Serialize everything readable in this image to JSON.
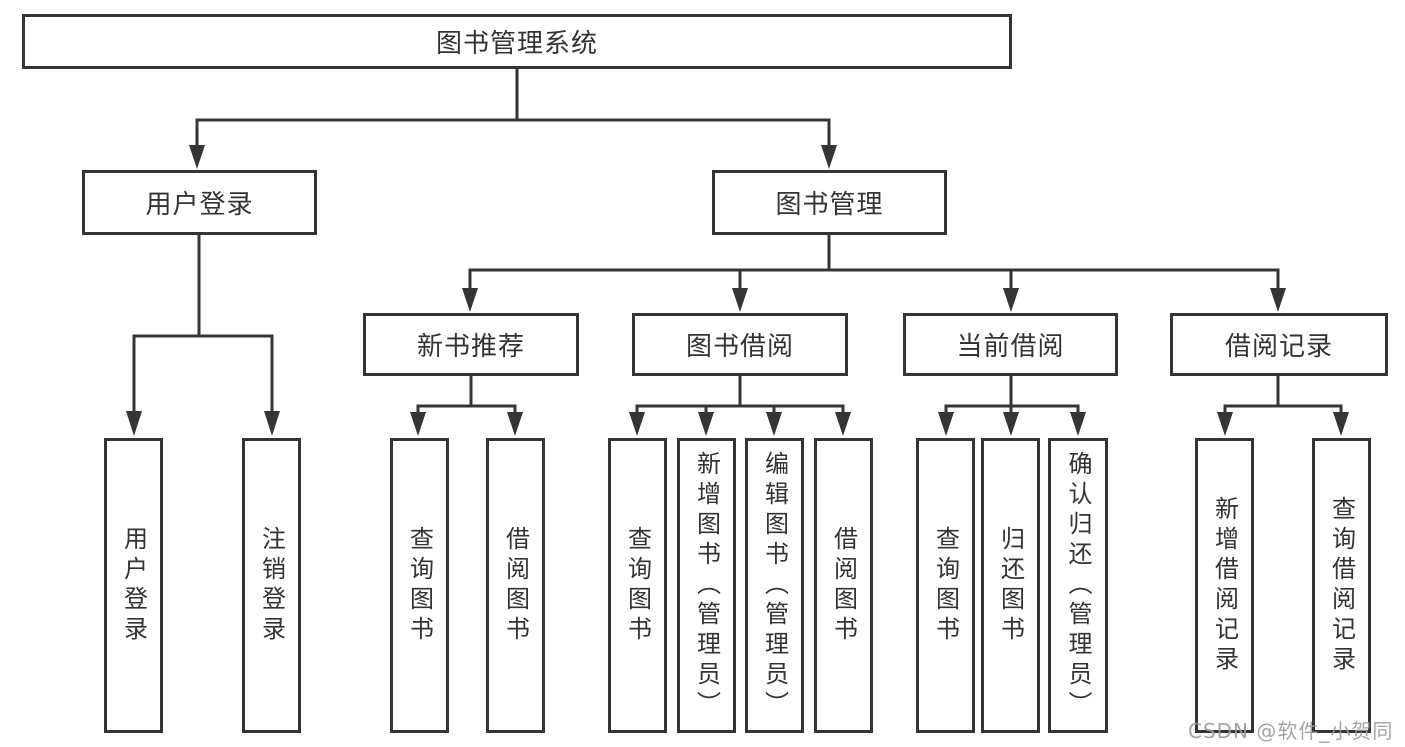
{
  "diagram": {
    "tree": {
      "label": "图书管理系统",
      "children": [
        {
          "label": "用户登录",
          "children": [
            {
              "label": "用户登录"
            },
            {
              "label": "注销登录"
            }
          ]
        },
        {
          "label": "图书管理",
          "children": [
            {
              "label": "新书推荐",
              "children": [
                {
                  "label": "查询图书"
                },
                {
                  "label": "借阅图书"
                }
              ]
            },
            {
              "label": "图书借阅",
              "children": [
                {
                  "label": "查询图书"
                },
                {
                  "label": "新增图书（管理员）"
                },
                {
                  "label": "编辑图书（管理员）"
                },
                {
                  "label": "借阅图书"
                }
              ]
            },
            {
              "label": "当前借阅",
              "children": [
                {
                  "label": "查询图书"
                },
                {
                  "label": "归还图书"
                },
                {
                  "label": "确认归还（管理员）"
                }
              ]
            },
            {
              "label": "借阅记录",
              "children": [
                {
                  "label": "新增借阅记录"
                },
                {
                  "label": "查询借阅记录"
                }
              ]
            }
          ]
        }
      ]
    },
    "colors": {
      "line": "#353535",
      "box_border": "#343434",
      "text": "#333333",
      "watermark": "#9b9b9b",
      "background": "#ffffff"
    }
  },
  "watermark": {
    "text": "CSDN @软件_小贺同学"
  }
}
